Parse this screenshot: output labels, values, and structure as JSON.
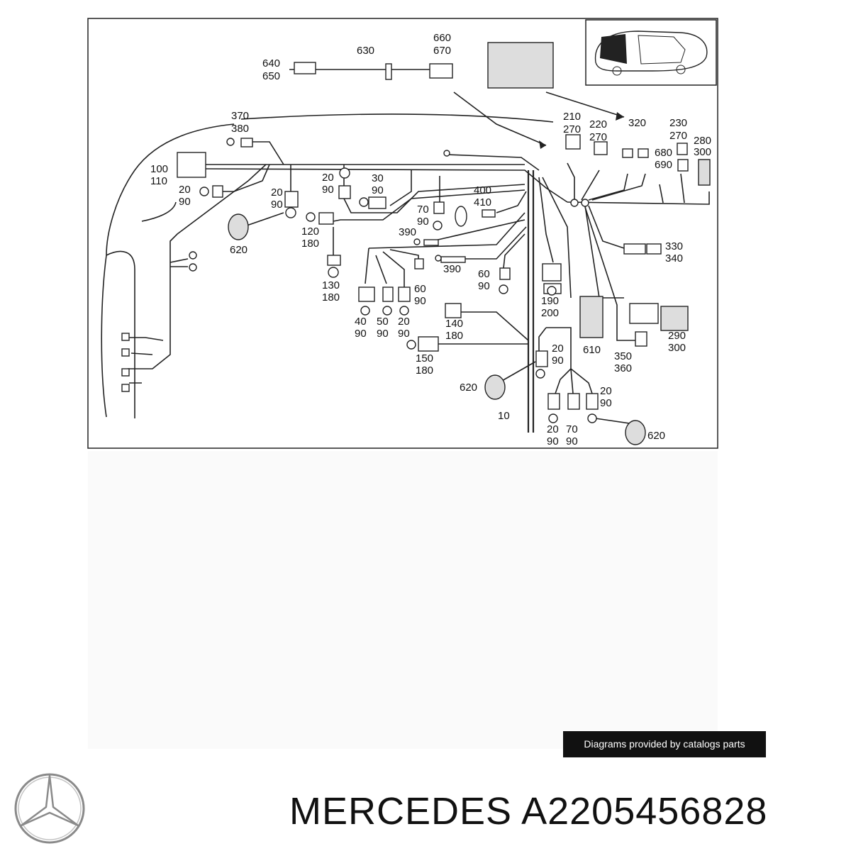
{
  "footer": {
    "badge_text": "Diagrams provided by catalogs parts",
    "brand": "MERCEDES",
    "part_number": "A2205456828"
  },
  "logo": {
    "icon": "mercedes-star-icon"
  },
  "diagram": {
    "labels": [
      {
        "id": "l630",
        "text": "630"
      },
      {
        "id": "l660",
        "text": "660"
      },
      {
        "id": "l670",
        "text": "670"
      },
      {
        "id": "l640",
        "text": "640"
      },
      {
        "id": "l650",
        "text": "650"
      },
      {
        "id": "l370",
        "text": "370"
      },
      {
        "id": "l380",
        "text": "380"
      },
      {
        "id": "l210",
        "text": "210"
      },
      {
        "id": "l270a",
        "text": "270"
      },
      {
        "id": "l220",
        "text": "220"
      },
      {
        "id": "l270b",
        "text": "270"
      },
      {
        "id": "l320",
        "text": "320"
      },
      {
        "id": "l230",
        "text": "230"
      },
      {
        "id": "l270c",
        "text": "270"
      },
      {
        "id": "l280",
        "text": "280"
      },
      {
        "id": "l300a",
        "text": "300"
      },
      {
        "id": "l680",
        "text": "680"
      },
      {
        "id": "l690",
        "text": "690"
      },
      {
        "id": "l100",
        "text": "100"
      },
      {
        "id": "l110",
        "text": "110"
      },
      {
        "id": "l20a",
        "text": "20"
      },
      {
        "id": "l90a",
        "text": "90"
      },
      {
        "id": "l20b",
        "text": "20"
      },
      {
        "id": "l90b",
        "text": "90"
      },
      {
        "id": "l20c",
        "text": "20"
      },
      {
        "id": "l90c",
        "text": "90"
      },
      {
        "id": "l30",
        "text": "30"
      },
      {
        "id": "l90d",
        "text": "90"
      },
      {
        "id": "l400",
        "text": "400"
      },
      {
        "id": "l410",
        "text": "410"
      },
      {
        "id": "l70a",
        "text": "70"
      },
      {
        "id": "l90e",
        "text": "90"
      },
      {
        "id": "l620a",
        "text": "620"
      },
      {
        "id": "l120",
        "text": "120"
      },
      {
        "id": "l180a",
        "text": "180"
      },
      {
        "id": "l390a",
        "text": "390"
      },
      {
        "id": "l390b",
        "text": "390"
      },
      {
        "id": "l330",
        "text": "330"
      },
      {
        "id": "l340",
        "text": "340"
      },
      {
        "id": "l130",
        "text": "130"
      },
      {
        "id": "l180b",
        "text": "180"
      },
      {
        "id": "l60a",
        "text": "60"
      },
      {
        "id": "l90f",
        "text": "90"
      },
      {
        "id": "l60b",
        "text": "60"
      },
      {
        "id": "l90g",
        "text": "90"
      },
      {
        "id": "l190",
        "text": "190"
      },
      {
        "id": "l200",
        "text": "200"
      },
      {
        "id": "l140",
        "text": "140"
      },
      {
        "id": "l180c",
        "text": "180"
      },
      {
        "id": "l40",
        "text": "40"
      },
      {
        "id": "l90h",
        "text": "90"
      },
      {
        "id": "l50",
        "text": "50"
      },
      {
        "id": "l90i",
        "text": "90"
      },
      {
        "id": "l20d",
        "text": "20"
      },
      {
        "id": "l90j",
        "text": "90"
      },
      {
        "id": "l610",
        "text": "610"
      },
      {
        "id": "l350",
        "text": "350"
      },
      {
        "id": "l360",
        "text": "360"
      },
      {
        "id": "l290",
        "text": "290"
      },
      {
        "id": "l300b",
        "text": "300"
      },
      {
        "id": "l150",
        "text": "150"
      },
      {
        "id": "l180d",
        "text": "180"
      },
      {
        "id": "l20e",
        "text": "20"
      },
      {
        "id": "l90k",
        "text": "90"
      },
      {
        "id": "l620b",
        "text": "620"
      },
      {
        "id": "l20f",
        "text": "20"
      },
      {
        "id": "l90l",
        "text": "90"
      },
      {
        "id": "l10",
        "text": "10"
      },
      {
        "id": "l20g",
        "text": "20"
      },
      {
        "id": "l90m",
        "text": "90"
      },
      {
        "id": "l70b",
        "text": "70"
      },
      {
        "id": "l90n",
        "text": "90"
      },
      {
        "id": "l620c",
        "text": "620"
      }
    ]
  }
}
